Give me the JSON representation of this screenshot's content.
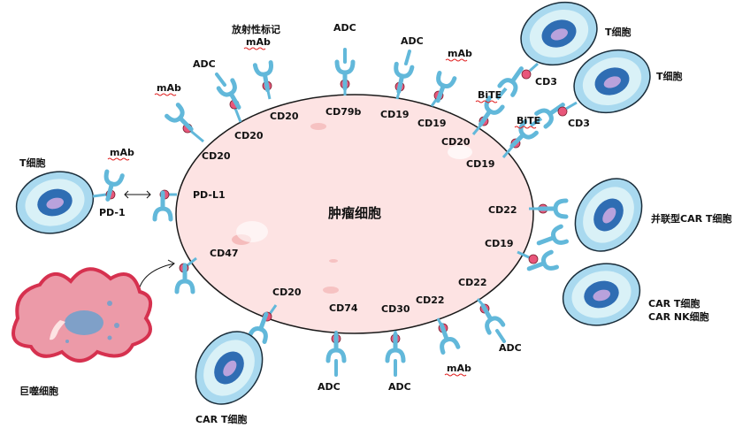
{
  "center_label": "肿瘤细胞",
  "labels": {
    "radio_mab": "放射性标记",
    "radio_mab_ab": "mAb",
    "adc_top_left": "ADC",
    "adc_top_cd79b": "ADC",
    "adc_top_cd19": "ADC",
    "mab_left": "mAb",
    "mab_pd1": "mAb",
    "mab_cd19": "mAb",
    "mab_cd22": "mAb",
    "bite_1": "BiTE",
    "bite_2": "BiTE",
    "cd3_1": "CD3",
    "cd3_2": "CD3",
    "cd20_left": "CD20",
    "cd20_a": "CD20",
    "cd20_b": "CD20",
    "cd79b": "CD79b",
    "cd19_a": "CD19",
    "cd19_b": "CD19",
    "cd20_bite": "CD20",
    "cd19_bite": "CD19",
    "pd1": "PD-1",
    "pdl1": "PD-L1",
    "cd22_right": "CD22",
    "cd19_right": "CD19",
    "cd47": "CD47",
    "cd20_bottom": "CD20",
    "cd74": "CD74",
    "cd30": "CD30",
    "cd22_bottom": "CD22",
    "cd22_bottom_right": "CD22",
    "adc_cd74": "ADC",
    "adc_cd30": "ADC",
    "adc_cd22": "ADC",
    "tcell_left": "T细胞",
    "tcell_tr1": "T细胞",
    "tcell_tr2": "T细胞",
    "tandem_car": "并联型CAR T细胞",
    "car_t_nk_1": "CAR T细胞",
    "car_t_nk_2": "CAR NK细胞",
    "car_t_bottom": "CAR T细胞",
    "macrophage": "巨噬细胞"
  },
  "colors": {
    "tumor_fill": "#fde3e3",
    "tumor_stroke": "#1a1a1a",
    "antigen": "#e8567a",
    "antibody": "#62b8da",
    "cell_outer": "#a9d9ef",
    "cell_inner": "#d9f1f7",
    "nucleus": "#2f6db3",
    "nucleolus": "#b9a2dc",
    "macrophage": "#e4566e",
    "macrophage_fill": "#ec9aa8"
  }
}
